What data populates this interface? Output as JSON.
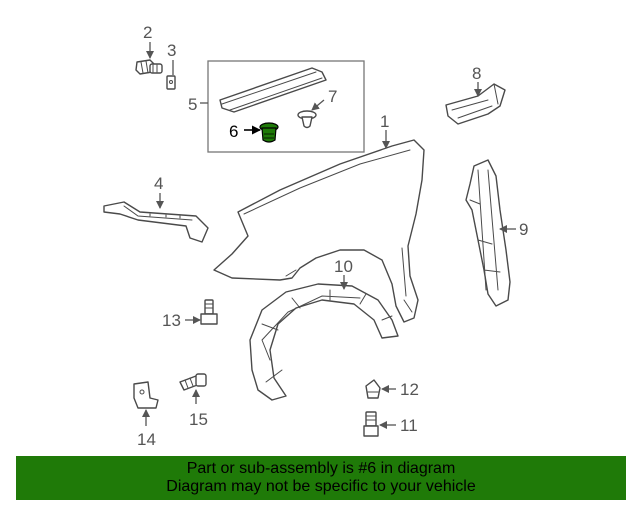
{
  "callouts": {
    "c1": "1",
    "c2": "2",
    "c3": "3",
    "c4": "4",
    "c5": "5",
    "c6": "6",
    "c7": "7",
    "c8": "8",
    "c9": "9",
    "c10": "10",
    "c11": "11",
    "c12": "12",
    "c13": "13",
    "c14": "14",
    "c15": "15"
  },
  "highlight": {
    "part_number": "6",
    "color": "#1f7a08"
  },
  "banner": {
    "line1": "Part or sub-assembly is #6 in diagram",
    "line2": "Diagram may not be specific to your vehicle",
    "background": "#1f7a08"
  }
}
